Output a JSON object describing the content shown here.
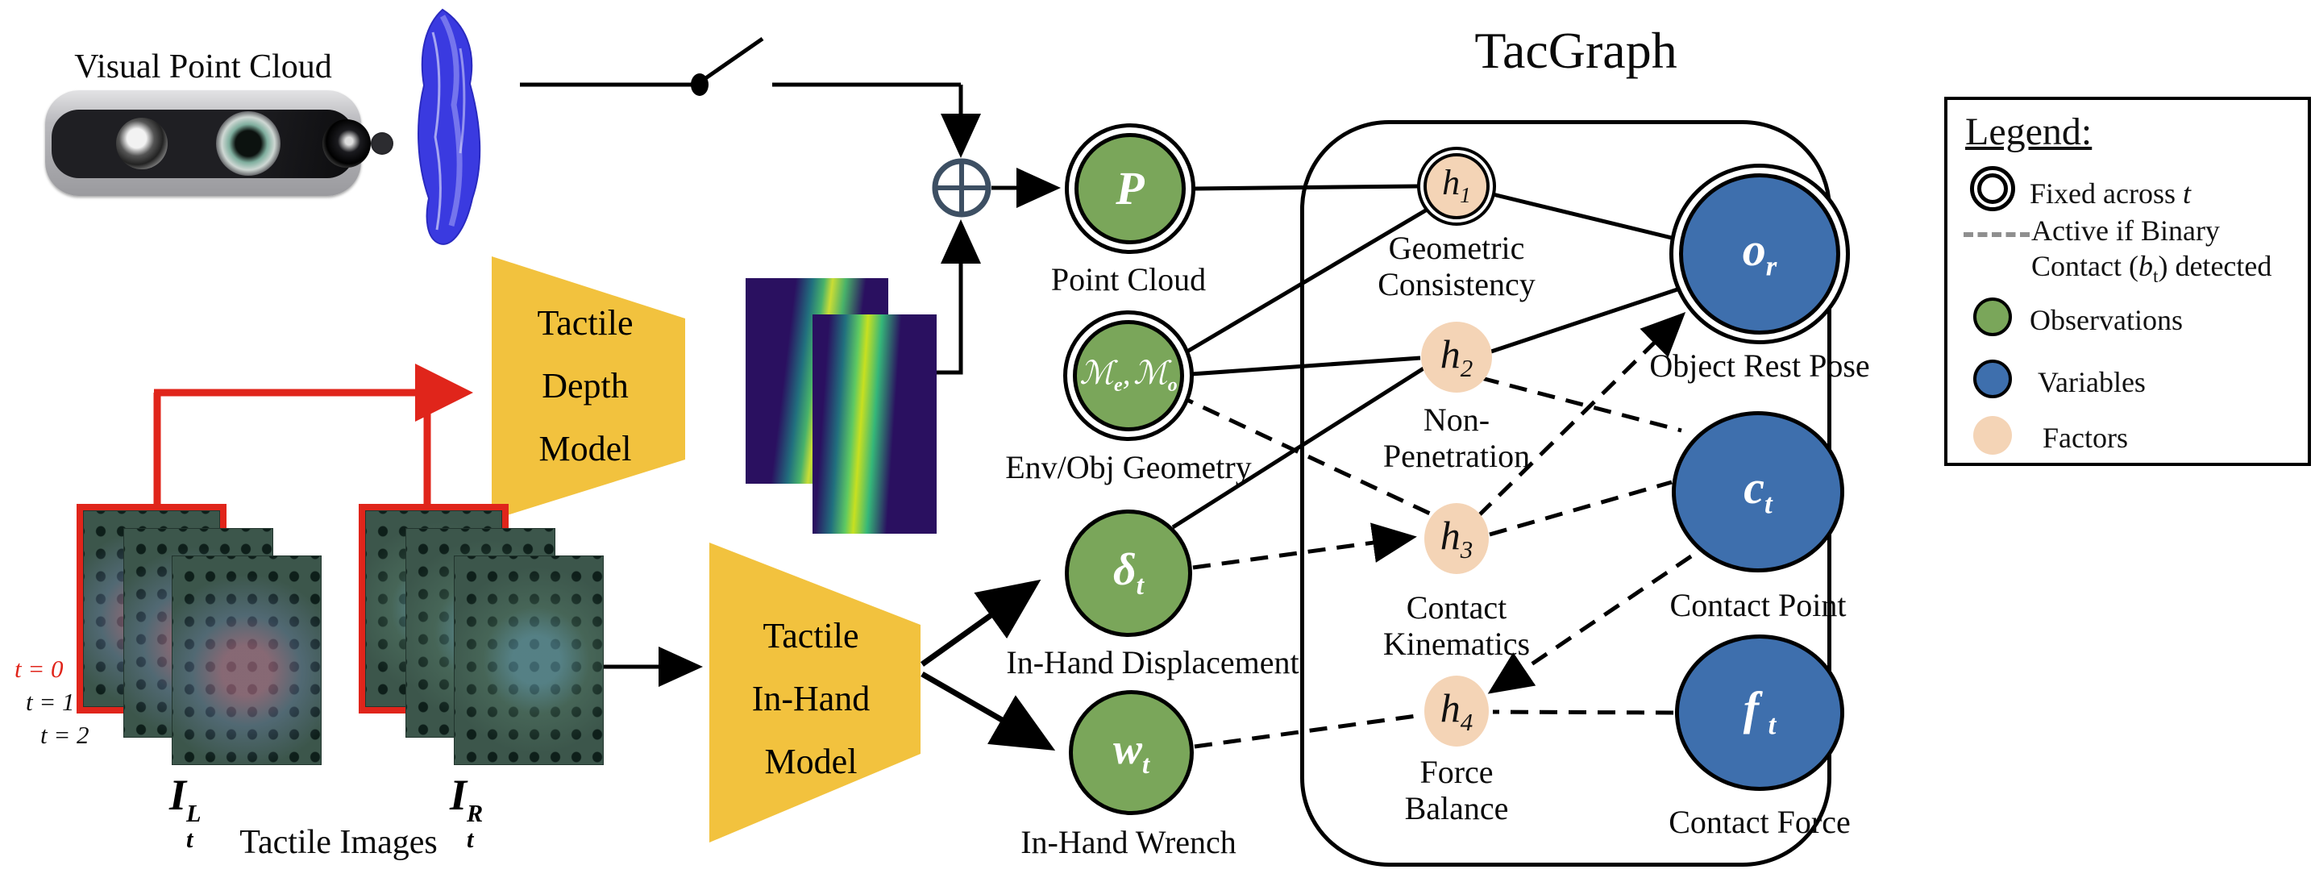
{
  "colors": {
    "observation_green": "#7aa65a",
    "variable_blue": "#3e6fad",
    "factor_peach": "#f4d4b6",
    "model_yellow": "#f2c23e",
    "accent_red": "#e0251b",
    "plus_node_navy": "#3d4f63",
    "legend_dash_gray": "#8f8f8f"
  },
  "header": {
    "visual_point_cloud": "Visual Point Cloud",
    "tacgraph_title": "TacGraph"
  },
  "models": {
    "depth": {
      "line1": "Tactile",
      "line2": "Depth",
      "line3": "Model"
    },
    "inhand": {
      "line1": "Tactile",
      "line2": "In-Hand",
      "line3": "Model"
    }
  },
  "timesteps": [
    {
      "var": "t",
      "rest": " = 0"
    },
    {
      "var": "t",
      "rest": " = 1"
    },
    {
      "var": "t",
      "rest": " = 2"
    }
  ],
  "tactile": {
    "left_label": {
      "base": "I",
      "sup": "L",
      "sub": "t"
    },
    "right_label": {
      "base": "I",
      "sup": "R",
      "sub": "t"
    },
    "caption": "Tactile Images"
  },
  "nodes": {
    "p": {
      "symbol": "P",
      "label": "Point Cloud"
    },
    "geometry": {
      "m1": "ℳ",
      "m1_sub": "e",
      "comma": ",",
      "m2": "ℳ",
      "m2_sub": "o",
      "label": "Env/Obj Geometry"
    },
    "delta": {
      "base": "δ",
      "sub": "t",
      "label": "In-Hand Displacement"
    },
    "wrench": {
      "base": "w",
      "sub": "t",
      "label": "In-Hand Wrench"
    },
    "h1": {
      "base": "h",
      "sub": "1",
      "label_line1": "Geometric",
      "label_line2": "Consistency"
    },
    "h2": {
      "base": "h",
      "sub": "2",
      "label_line1": "Non-",
      "label_line2": "Penetration"
    },
    "h3": {
      "base": "h",
      "sub": "3",
      "label_line1": "Contact",
      "label_line2": "Kinematics"
    },
    "h4": {
      "base": "h",
      "sub": "4",
      "label_line1": "Force",
      "label_line2": "Balance"
    },
    "rest_pose": {
      "base": "o",
      "sub": "r",
      "label": "Object Rest Pose"
    },
    "contact_point": {
      "base": "c",
      "sub": "t",
      "label": "Contact Point"
    },
    "contact_force": {
      "base": "f",
      "sub": "t",
      "label": "Contact Force"
    }
  },
  "legend": {
    "title": "Legend:",
    "fixed": {
      "pre": "Fixed across ",
      "var": "t"
    },
    "active": {
      "line1": "Active if Binary",
      "line2_pre": "Contact (",
      "line2_var": "b",
      "line2_sub": "t",
      "line2_post": ") detected"
    },
    "observations": "Observations",
    "variables": "Variables",
    "factors": "Factors"
  }
}
